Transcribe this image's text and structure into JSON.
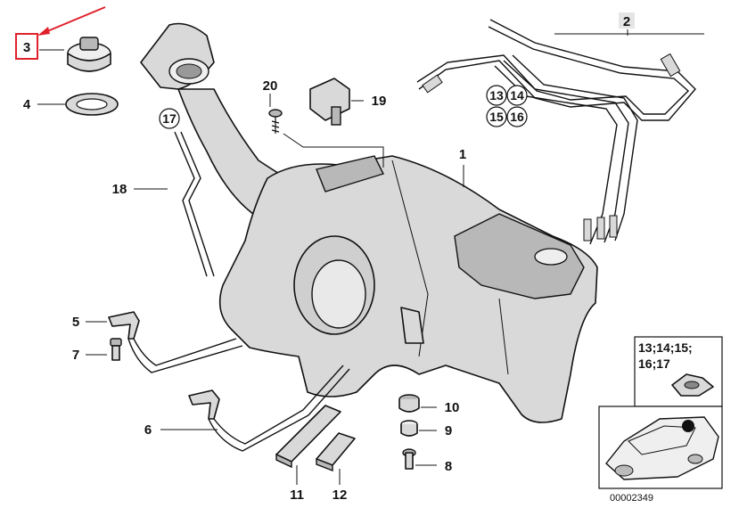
{
  "labels": {
    "p1": "1",
    "p2": "2",
    "p3": "3",
    "p4": "4",
    "p5": "5",
    "p6": "6",
    "p7": "7",
    "p8": "8",
    "p9": "9",
    "p10": "10",
    "p11": "11",
    "p12": "12",
    "p13": "13",
    "p14": "14",
    "p15": "15",
    "p16": "16",
    "p17": "17",
    "p18": "18",
    "p19": "19",
    "p20": "20"
  },
  "inset": {
    "line1": "13;14;15;",
    "line2": "16;17"
  },
  "diagram_code": "00002349",
  "colors": {
    "highlight": "#e0202a",
    "ink": "#111111",
    "part_fill": "#d9d9d9"
  }
}
